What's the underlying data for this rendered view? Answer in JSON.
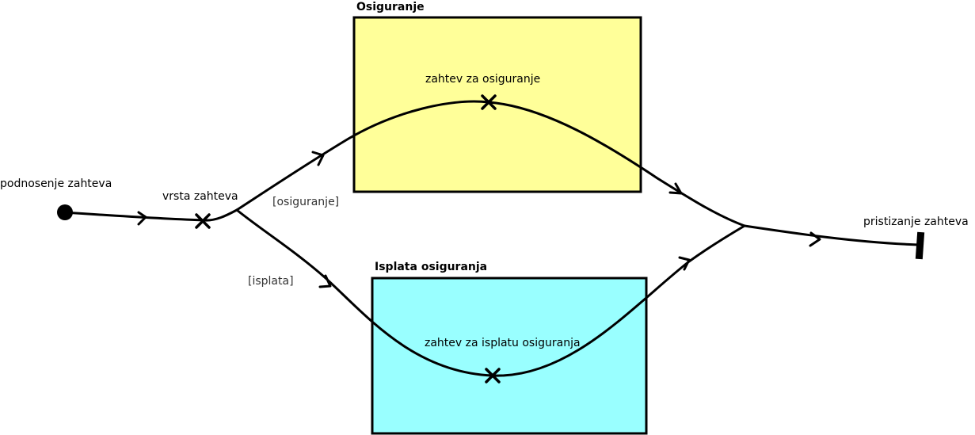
{
  "lanes": {
    "osiguranje": {
      "title": "Osiguranje",
      "fill": "#FFFF99"
    },
    "isplata": {
      "title": "Isplata osiguranja",
      "fill": "#99FFFF"
    }
  },
  "nodes": {
    "start": {
      "label": "podnosenje zahteva"
    },
    "decision": {
      "label": "vrsta zahteva"
    },
    "insurance_request": {
      "label": "zahtev za osiguranje"
    },
    "payout_request": {
      "label": "zahtev za isplatu osiguranja"
    },
    "end": {
      "label": "pristizanje zahteva"
    }
  },
  "guards": {
    "insurance": "[osiguranje]",
    "payout": "[isplata]"
  },
  "colors": {
    "stroke": "#000000",
    "guard_text": "#333333"
  }
}
